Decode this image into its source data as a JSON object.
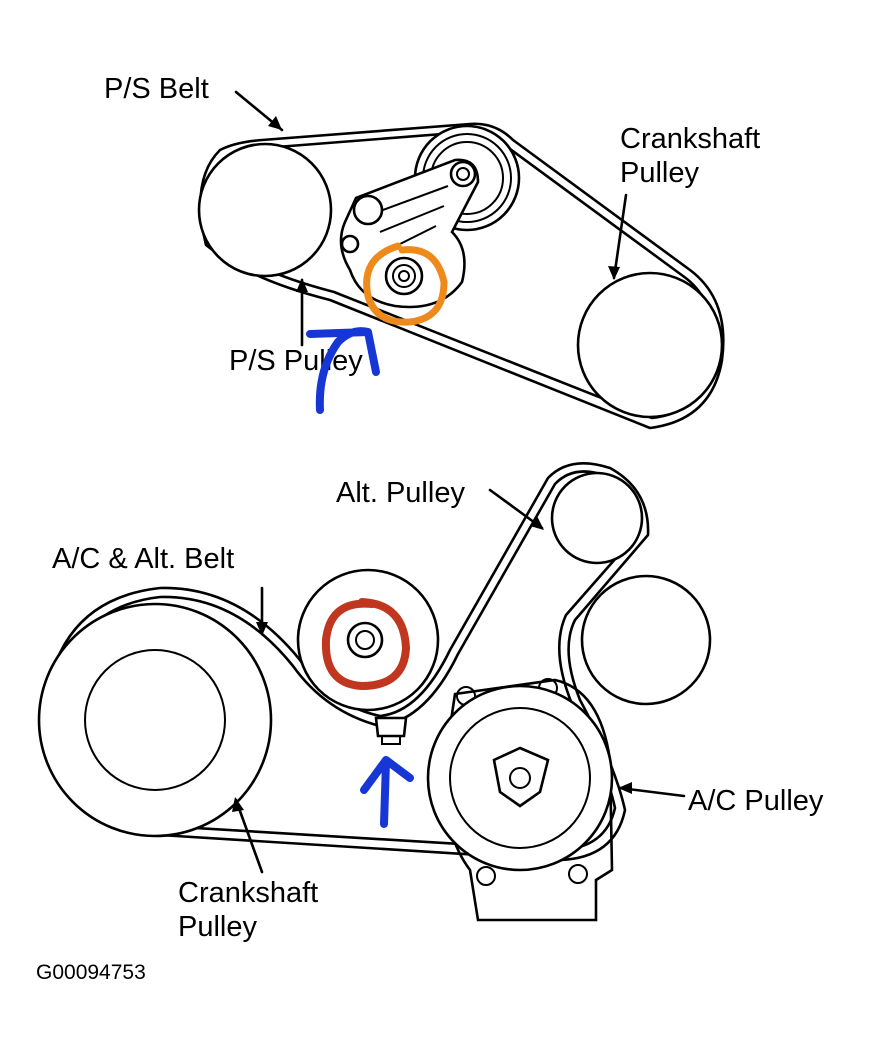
{
  "labels": {
    "ps_belt": "P/S Belt",
    "crank_top_line1": "Crankshaft",
    "crank_top_line2": "Pulley",
    "ps_pulley": "P/S Pulley",
    "alt_pulley": "Alt. Pulley",
    "ac_alt_belt": "A/C & Alt. Belt",
    "ac_pulley": "A/C Pulley",
    "crank_bottom_line1": "Crankshaft",
    "crank_bottom_line2": "Pulley",
    "figure_code": "G00094753"
  },
  "colors": {
    "line": "#000000",
    "marker_blue": "#1636d6",
    "marker_orange": "#ee8a1c",
    "marker_red": "#c0361e",
    "background": "#ffffff"
  }
}
